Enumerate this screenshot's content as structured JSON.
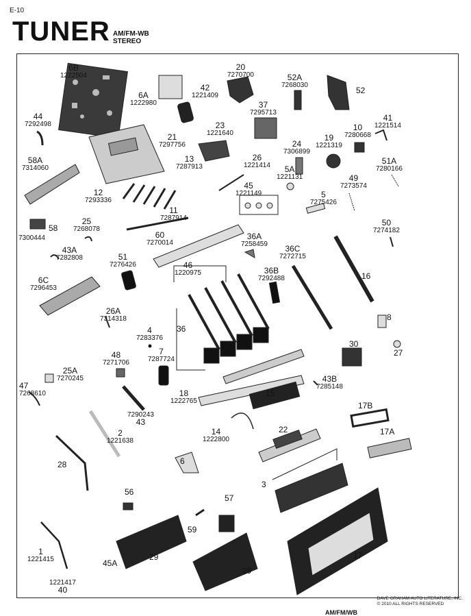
{
  "header": {
    "page_number": "E-10",
    "title": "TUNER",
    "subtitle_line1": "AM/FM-WB",
    "subtitle_line2": "STEREO"
  },
  "parts": [
    {
      "num": "6B",
      "pn": "1222504"
    },
    {
      "num": "6A",
      "pn": "1222980"
    },
    {
      "num": "42",
      "pn": "1221409"
    },
    {
      "num": "20",
      "pn": "7270700"
    },
    {
      "num": "52A",
      "pn": "7268030"
    },
    {
      "num": "52",
      "pn": ""
    },
    {
      "num": "44",
      "pn": "7292498"
    },
    {
      "num": "37",
      "pn": "7295713"
    },
    {
      "num": "41",
      "pn": "1221514"
    },
    {
      "num": "10",
      "pn": "7280668"
    },
    {
      "num": "23",
      "pn": "1221640"
    },
    {
      "num": "21",
      "pn": "7297756"
    },
    {
      "num": "24",
      "pn": "7306899"
    },
    {
      "num": "19",
      "pn": "1221319"
    },
    {
      "num": "58A",
      "pn": "7314060"
    },
    {
      "num": "13",
      "pn": "7287913"
    },
    {
      "num": "26",
      "pn": "1221414"
    },
    {
      "num": "5A",
      "pn": "1221131"
    },
    {
      "num": "51A",
      "pn": "7280166"
    },
    {
      "num": "49",
      "pn": "7273574"
    },
    {
      "num": "45",
      "pn": "1221149"
    },
    {
      "num": "12",
      "pn": "7293336"
    },
    {
      "num": "5",
      "pn": "7275426"
    },
    {
      "num": "11",
      "pn": "7287914"
    },
    {
      "num": "25",
      "pn": "7268078"
    },
    {
      "num": "58",
      "pn": "7300444"
    },
    {
      "num": "50",
      "pn": "7274182"
    },
    {
      "num": "60",
      "pn": "7270014"
    },
    {
      "num": "36A",
      "pn": "7258459"
    },
    {
      "num": "43A",
      "pn": "7282808"
    },
    {
      "num": "36C",
      "pn": "7272715"
    },
    {
      "num": "51",
      "pn": "7276426"
    },
    {
      "num": "46",
      "pn": "1220975"
    },
    {
      "num": "36B",
      "pn": "7292488"
    },
    {
      "num": "6C",
      "pn": "7296453"
    },
    {
      "num": "16",
      "pn": ""
    },
    {
      "num": "26A",
      "pn": "7314318"
    },
    {
      "num": "8",
      "pn": ""
    },
    {
      "num": "4",
      "pn": "7283376"
    },
    {
      "num": "36",
      "pn": ""
    },
    {
      "num": "30",
      "pn": ""
    },
    {
      "num": "27",
      "pn": ""
    },
    {
      "num": "48",
      "pn": "7271706"
    },
    {
      "num": "7",
      "pn": "7287724"
    },
    {
      "num": "25A",
      "pn": "7270245"
    },
    {
      "num": "47",
      "pn": "7268610"
    },
    {
      "num": "43B",
      "pn": "7285148"
    },
    {
      "num": "18",
      "pn": "1222765"
    },
    {
      "num": "15",
      "pn": ""
    },
    {
      "num": "43",
      "pn": "7290243"
    },
    {
      "num": "17B",
      "pn": ""
    },
    {
      "num": "2",
      "pn": "1221638"
    },
    {
      "num": "14",
      "pn": "1222800"
    },
    {
      "num": "22",
      "pn": ""
    },
    {
      "num": "17A",
      "pn": ""
    },
    {
      "num": "28",
      "pn": ""
    },
    {
      "num": "6",
      "pn": ""
    },
    {
      "num": "3",
      "pn": ""
    },
    {
      "num": "56",
      "pn": ""
    },
    {
      "num": "57",
      "pn": ""
    },
    {
      "num": "59",
      "pn": ""
    },
    {
      "num": "45A",
      "pn": ""
    },
    {
      "num": "29",
      "pn": ""
    },
    {
      "num": "29",
      "pn": ""
    },
    {
      "num": "17",
      "pn": ""
    },
    {
      "num": "1",
      "pn": "1221415"
    },
    {
      "num": "40",
      "pn": "1221417"
    }
  ],
  "credit": {
    "line1": "DAVE GRAHAM AUTO LITERATURE, INC.",
    "line2": "© 2010 ALL RIGHTS RESERVED"
  },
  "footer": {
    "text": "AM/FM/WB"
  }
}
